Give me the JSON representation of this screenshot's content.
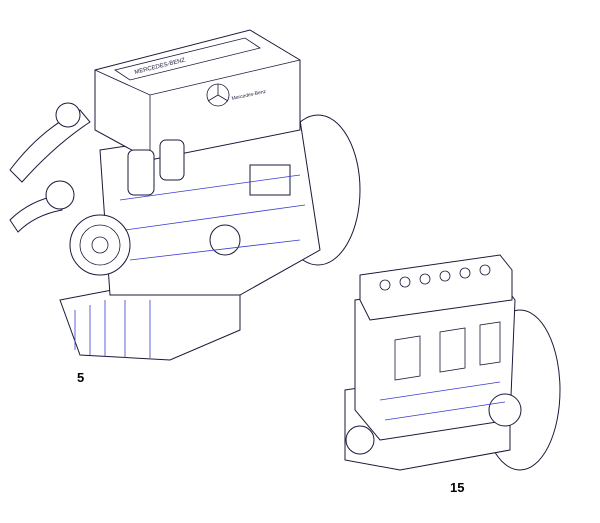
{
  "diagram": {
    "callouts": [
      {
        "label": "5"
      },
      {
        "label": "15"
      }
    ],
    "logo_text": [
      "MERCEDES-BENZ",
      "Mercedes-Benz"
    ],
    "colors": {
      "line": "#1a1a3a",
      "accent_line": "#3b3bd0",
      "background": "#ffffff"
    }
  }
}
